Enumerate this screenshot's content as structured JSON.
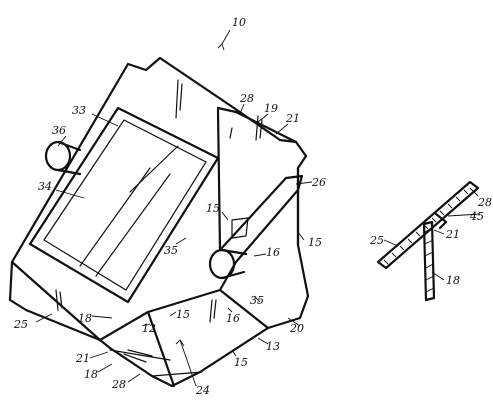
{
  "figure": {
    "labels": {
      "assembly": "10",
      "l33": "33",
      "l36": "36",
      "l34": "34",
      "l25a": "25",
      "l28a": "28",
      "l19": "19",
      "l21a": "21",
      "l26": "26",
      "l15a": "15",
      "l15b": "15",
      "l15c": "15",
      "l15d": "15",
      "l35a": "35",
      "l35b": "35",
      "l16a": "16",
      "l16b": "16",
      "l18a": "18",
      "l12": "12",
      "l13": "13",
      "l20": "20",
      "l21b": "21",
      "l18b": "18",
      "l28b": "28",
      "l24": "24",
      "l25b": "25",
      "l28c": "28",
      "l45": "45",
      "l21c": "21",
      "l18c": "18"
    }
  }
}
